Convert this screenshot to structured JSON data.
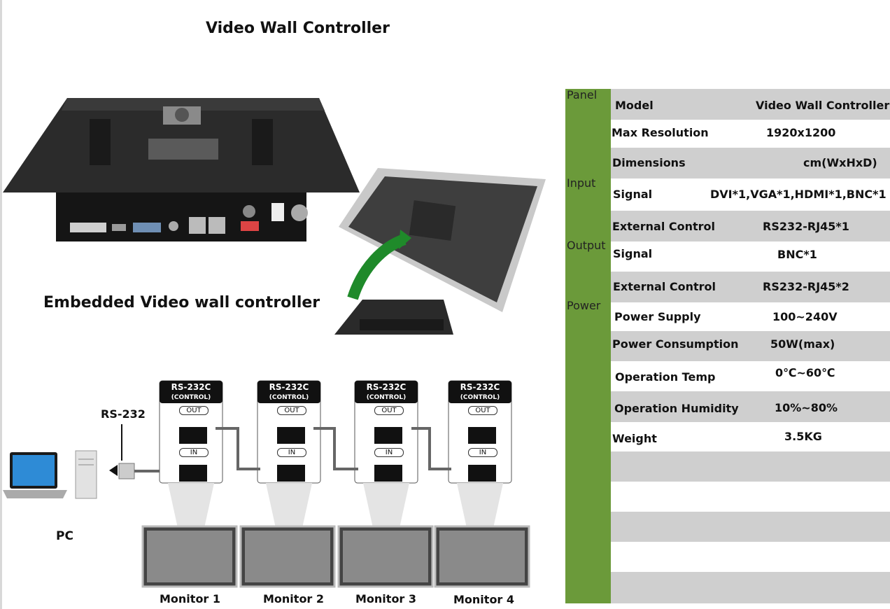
{
  "titles": {
    "main": "Video Wall Controller",
    "embedded": "Embedded Video wall controller"
  },
  "diagram": {
    "pc_label": "PC",
    "rs232_label": "RS-232",
    "box_header_1": "RS-232C",
    "box_header_2": "(CONTROL)",
    "out_label": "OUT",
    "in_label": "IN",
    "monitors": [
      "Monitor 1",
      "Monitor 2",
      "Monitor 3",
      "Monitor 4"
    ]
  },
  "spec": {
    "sections": {
      "panel": "Panel",
      "input": "Input",
      "output": "Output",
      "power": "Power"
    },
    "rows": [
      {
        "label": "Model",
        "value": "Video Wall Controller"
      },
      {
        "label": "Max Resolution",
        "value": "1920x1200"
      },
      {
        "label": "Dimensions",
        "value": "cm(WxHxD)"
      },
      {
        "label": "Signal",
        "value": "DVI*1,VGA*1,HDMI*1,BNC*1"
      },
      {
        "label": "External Control",
        "value": "RS232-RJ45*1"
      },
      {
        "label": "Signal",
        "value": "BNC*1"
      },
      {
        "label": "External Control",
        "value": "RS232-RJ45*2"
      },
      {
        "label": "Power Supply",
        "value": "100~240V"
      },
      {
        "label": "Power Consumption",
        "value": "50W(max)"
      },
      {
        "label": "Operation Temp",
        "value": "0℃~60℃"
      },
      {
        "label": "Operation Humidity",
        "value": "10%~80%"
      },
      {
        "label": "Weight",
        "value": "3.5KG"
      }
    ]
  },
  "colors": {
    "green": "#6b9a3a",
    "band": "#cfcfcf",
    "arrow": "#1f8a2a"
  }
}
